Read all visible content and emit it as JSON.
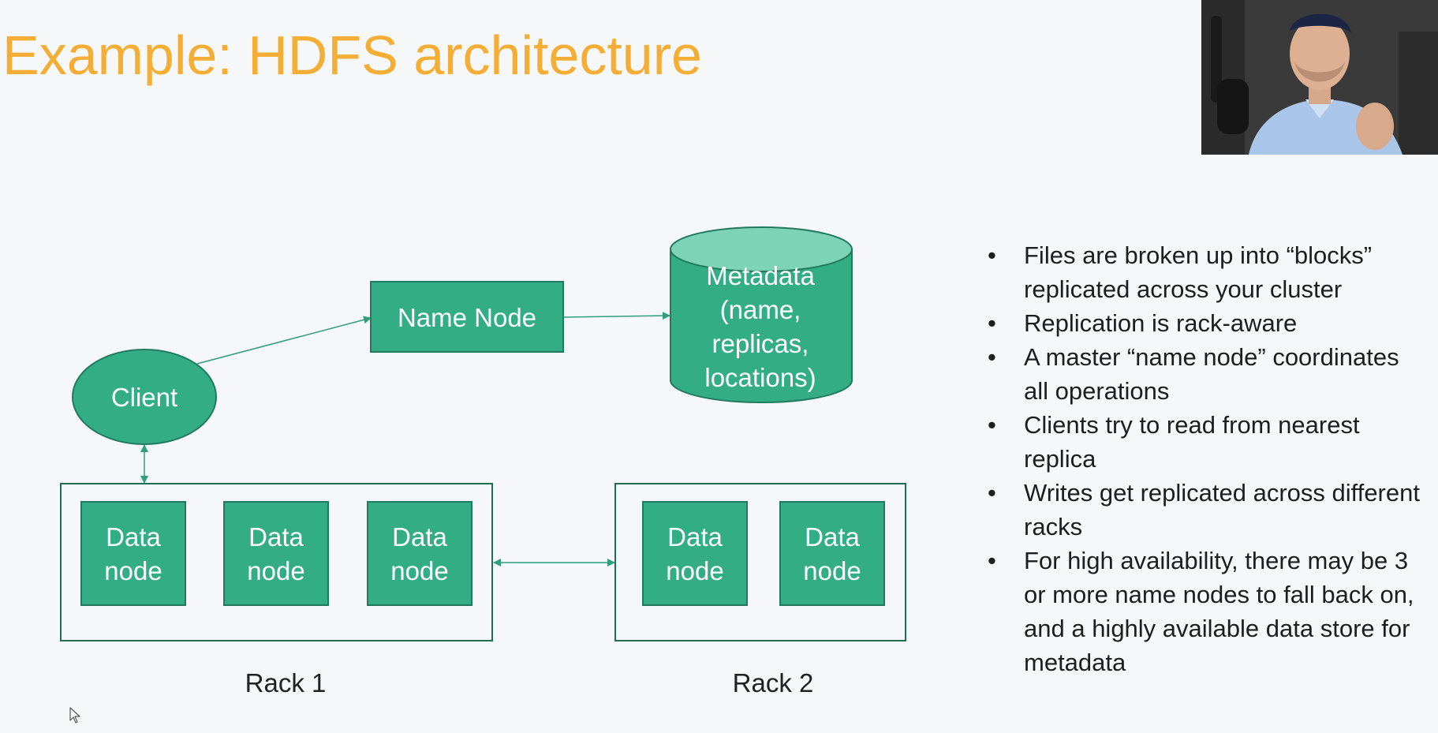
{
  "slide": {
    "title": "Example: HDFS architecture"
  },
  "diagram": {
    "name_node": "Name Node",
    "client": "Client",
    "metadata_lines": [
      "Metadata",
      "(name,",
      "replicas,",
      "locations)"
    ],
    "rack1": {
      "label": "Rack 1",
      "nodes": [
        {
          "line1": "Data",
          "line2": "node"
        },
        {
          "line1": "Data",
          "line2": "node"
        },
        {
          "line1": "Data",
          "line2": "node"
        }
      ]
    },
    "rack2": {
      "label": "Rack 2",
      "nodes": [
        {
          "line1": "Data",
          "line2": "node"
        },
        {
          "line1": "Data",
          "line2": "node"
        }
      ]
    }
  },
  "bullets": [
    "Files are broken up into “blocks” replicated across your cluster",
    "Replication is rack-aware",
    "A master “name node” coordinates all operations",
    "Clients try to read from nearest replica",
    "Writes get replicated across different racks",
    "For high availability, there may be 3 or more name nodes to fall back on, and a highly available data store for metadata"
  ],
  "colors": {
    "title": "#f4ae35",
    "node_fill": "#33ae84",
    "node_stroke": "#217a5b",
    "metadata_top": "#7dd3b6",
    "arrow": "#2f9e79",
    "rack_border": "#1f6e52"
  }
}
